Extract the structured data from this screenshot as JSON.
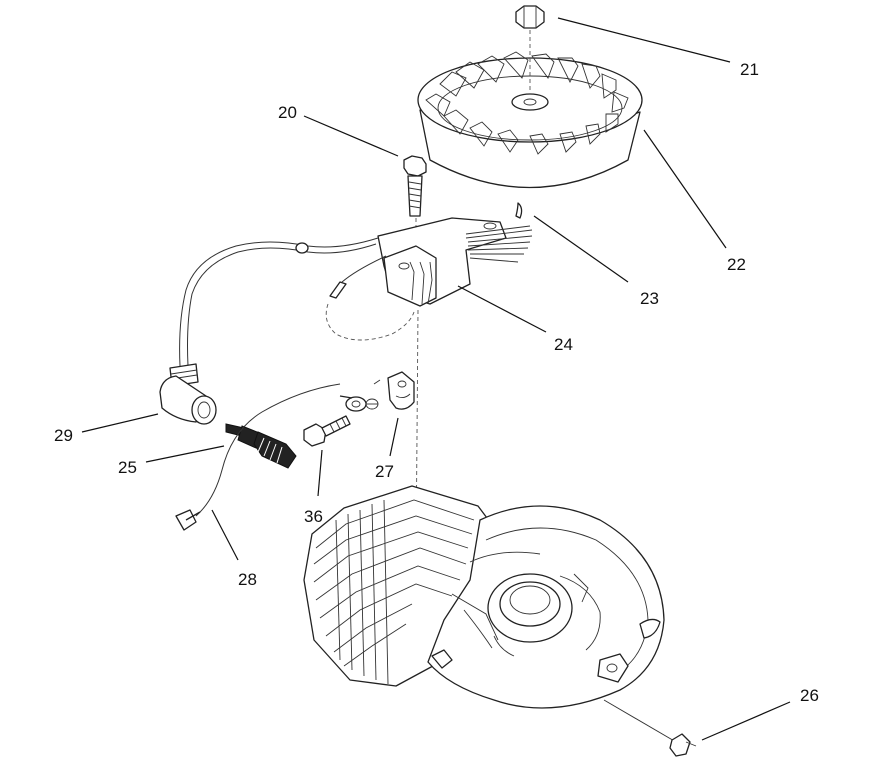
{
  "callouts": {
    "c20": "20",
    "c21": "21",
    "c22": "22",
    "c23": "23",
    "c24": "24",
    "c25": "25",
    "c26": "26",
    "c27": "27",
    "c28": "28",
    "c29": "29",
    "c36": "36"
  }
}
